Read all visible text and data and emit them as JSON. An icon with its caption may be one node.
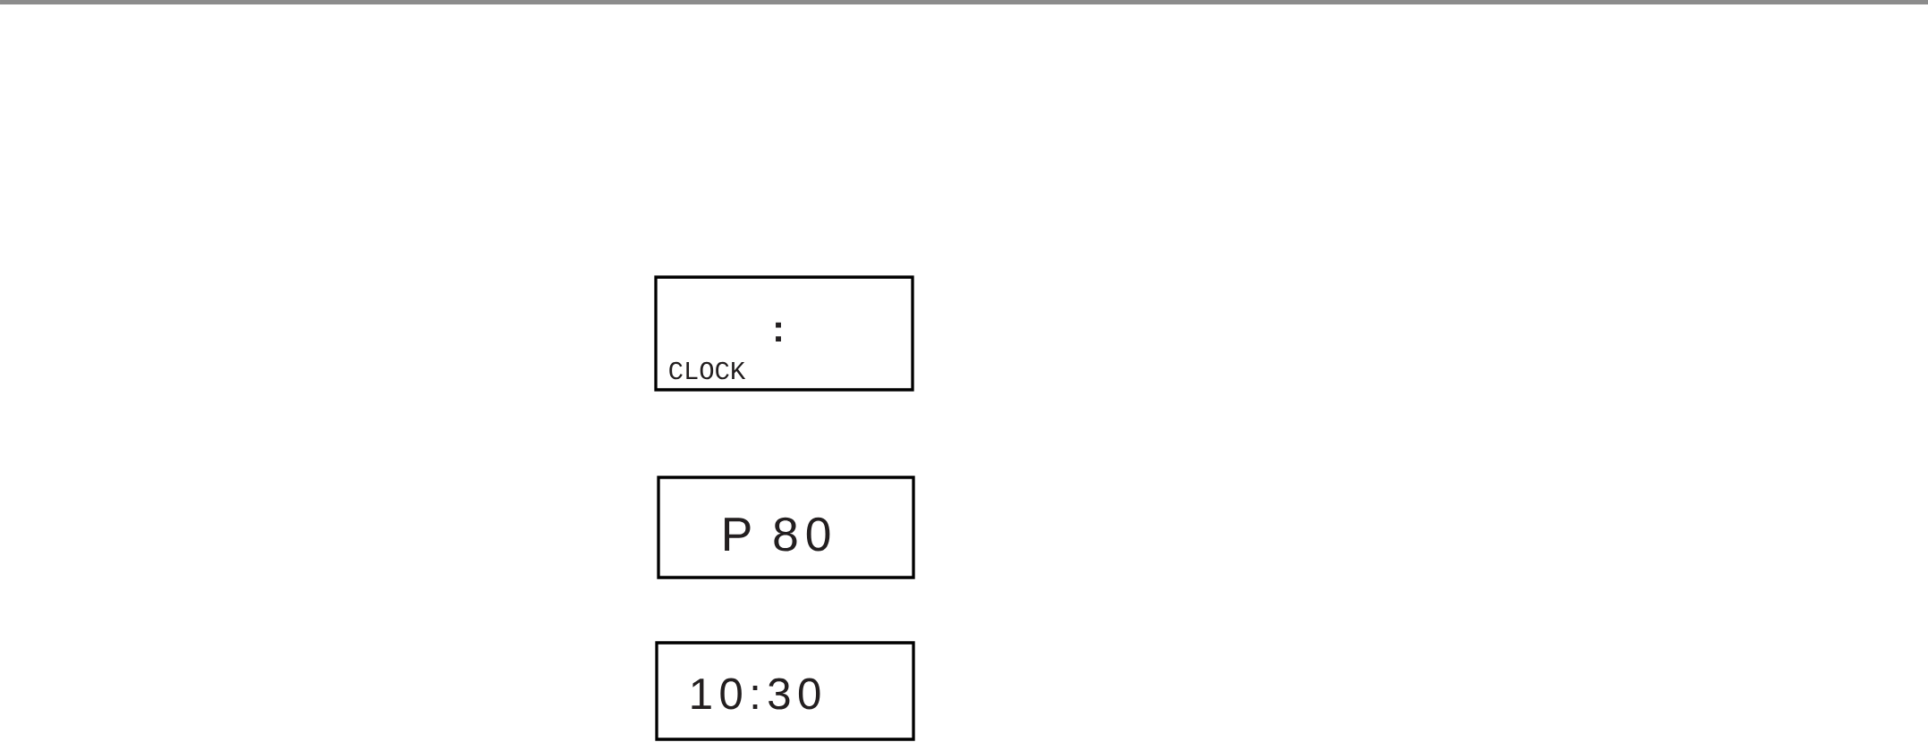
{
  "diagram": {
    "nodes": [
      {
        "text": [
          ":",
          "CLOCK"
        ]
      },
      {
        "text": [
          "P 80"
        ]
      },
      {
        "text": [
          "10:30"
        ]
      }
    ]
  }
}
